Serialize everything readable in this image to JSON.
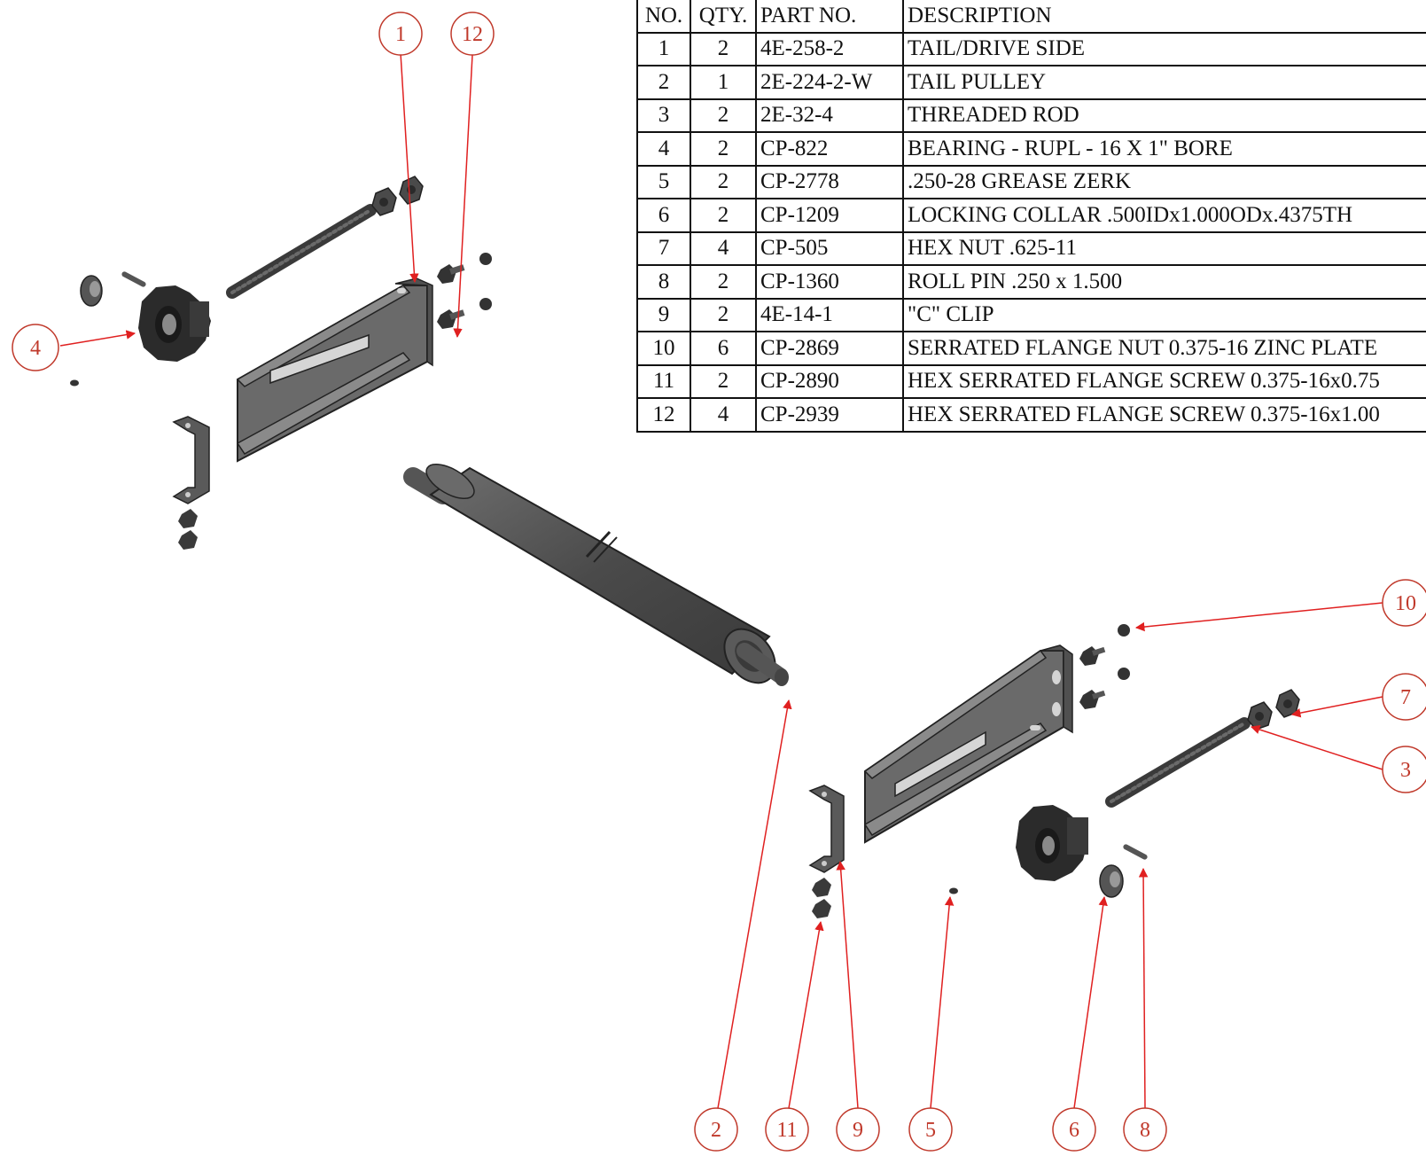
{
  "bom": {
    "headers": [
      "NO.",
      "QTY.",
      "PART NO.",
      "DESCRIPTION"
    ],
    "rows": [
      {
        "no": "1",
        "qty": "2",
        "part": "4E-258-2",
        "desc": "TAIL/DRIVE SIDE"
      },
      {
        "no": "2",
        "qty": "1",
        "part": "2E-224-2-W",
        "desc": "TAIL PULLEY"
      },
      {
        "no": "3",
        "qty": "2",
        "part": "2E-32-4",
        "desc": "THREADED ROD"
      },
      {
        "no": "4",
        "qty": "2",
        "part": "CP-822",
        "desc": "BEARING - RUPL - 16 X 1\" BORE"
      },
      {
        "no": "5",
        "qty": "2",
        "part": "CP-2778",
        "desc": ".250-28 GREASE ZERK"
      },
      {
        "no": "6",
        "qty": "2",
        "part": "CP-1209",
        "desc": "LOCKING COLLAR .500IDx1.000ODx.4375TH"
      },
      {
        "no": "7",
        "qty": "4",
        "part": "CP-505",
        "desc": "HEX NUT .625-11"
      },
      {
        "no": "8",
        "qty": "2",
        "part": "CP-1360",
        "desc": "ROLL PIN .250 x 1.500"
      },
      {
        "no": "9",
        "qty": "2",
        "part": "4E-14-1",
        "desc": "\"C\" CLIP"
      },
      {
        "no": "10",
        "qty": "6",
        "part": "CP-2869",
        "desc": "SERRATED FLANGE NUT 0.375-16 ZINC PLATE"
      },
      {
        "no": "11",
        "qty": "2",
        "part": "CP-2890",
        "desc": "HEX SERRATED FLANGE SCREW 0.375-16x0.75"
      },
      {
        "no": "12",
        "qty": "4",
        "part": "CP-2939",
        "desc": "HEX SERRATED FLANGE SCREW 0.375-16x1.00"
      }
    ]
  },
  "callouts": {
    "c1": "1",
    "c12": "12",
    "c4": "4",
    "c10": "10",
    "c7": "7",
    "c3": "3",
    "c2": "2",
    "c11": "11",
    "c9": "9",
    "c5": "5",
    "c6": "6",
    "c8": "8"
  },
  "colors": {
    "callout": "#c0392b",
    "part_dark": "#3a3a3a",
    "part_mid": "#5a5a5a",
    "part_light": "#7a7a7a"
  }
}
